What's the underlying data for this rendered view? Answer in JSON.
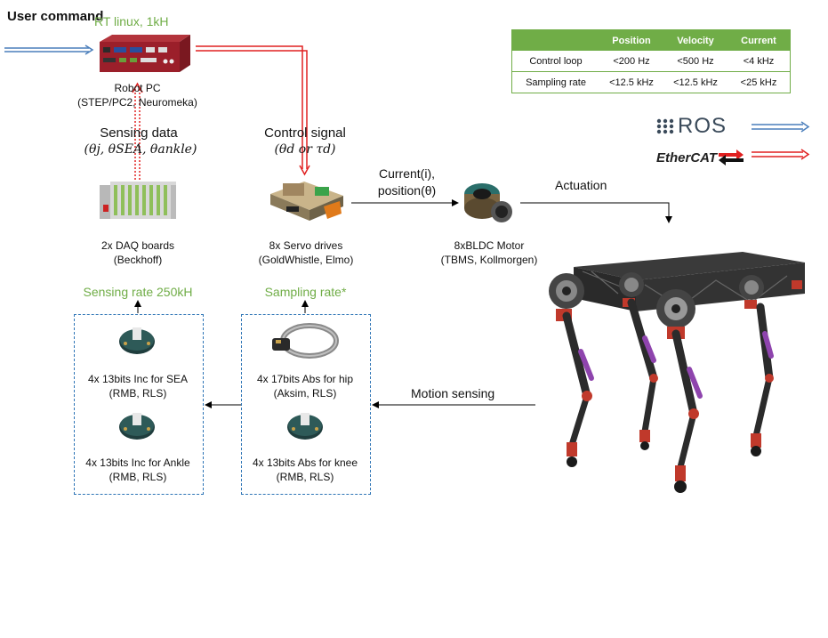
{
  "user_command": "User command",
  "rt_linux": "RT linux,  1kH",
  "robot_pc": {
    "title": "Robot PC",
    "subtitle": "(STEP/PC2, Neuromeka)"
  },
  "sensing_data": {
    "title": "Sensing data",
    "vars": "(θj, θSEA, θankle)"
  },
  "control_signal": {
    "title": "Control signal",
    "vars": "(θd  or τd)"
  },
  "current_position": {
    "line1": "Current(i),",
    "line2": "position(θ)"
  },
  "actuation": "Actuation",
  "daq": {
    "title": "2x DAQ boards",
    "subtitle": "(Beckhoff)"
  },
  "servo": {
    "title": "8x Servo drives",
    "subtitle": "(GoldWhistle, Elmo)"
  },
  "motor": {
    "title": "8xBLDC Motor",
    "subtitle": "(TBMS, Kollmorgen)"
  },
  "sensing_rate": "Sensing rate 250kH",
  "sampling_rate": "Sampling rate*",
  "motion_sensing": "Motion sensing",
  "encoders_left": [
    {
      "title": "4x 13bits Inc for SEA",
      "subtitle": "(RMB, RLS)"
    },
    {
      "title": "4x 13bits Inc for Ankle",
      "subtitle": "(RMB, RLS)"
    }
  ],
  "encoders_right": [
    {
      "title": "4x 17bits Abs for hip",
      "subtitle": "(Aksim, RLS)"
    },
    {
      "title": "4x 13bits Abs for knee",
      "subtitle": "(RMB, RLS)"
    }
  ],
  "legend": {
    "ros": "ROS",
    "ethercat": "EtherCAT"
  },
  "table": {
    "headers": [
      "",
      "Position",
      "Velocity",
      "Current"
    ],
    "rows": [
      [
        "Control loop",
        "<200 Hz",
        "<500 Hz",
        "<4 kHz"
      ],
      [
        "Sampling rate",
        "<12.5 kHz",
        "<12.5 kHz",
        "<25 kHz"
      ]
    ]
  },
  "colors": {
    "ros_blue": "#4a7ebb",
    "ethercat_red": "#e02020",
    "green_text": "#70ad47",
    "dashed_box": "#2e75b6"
  }
}
